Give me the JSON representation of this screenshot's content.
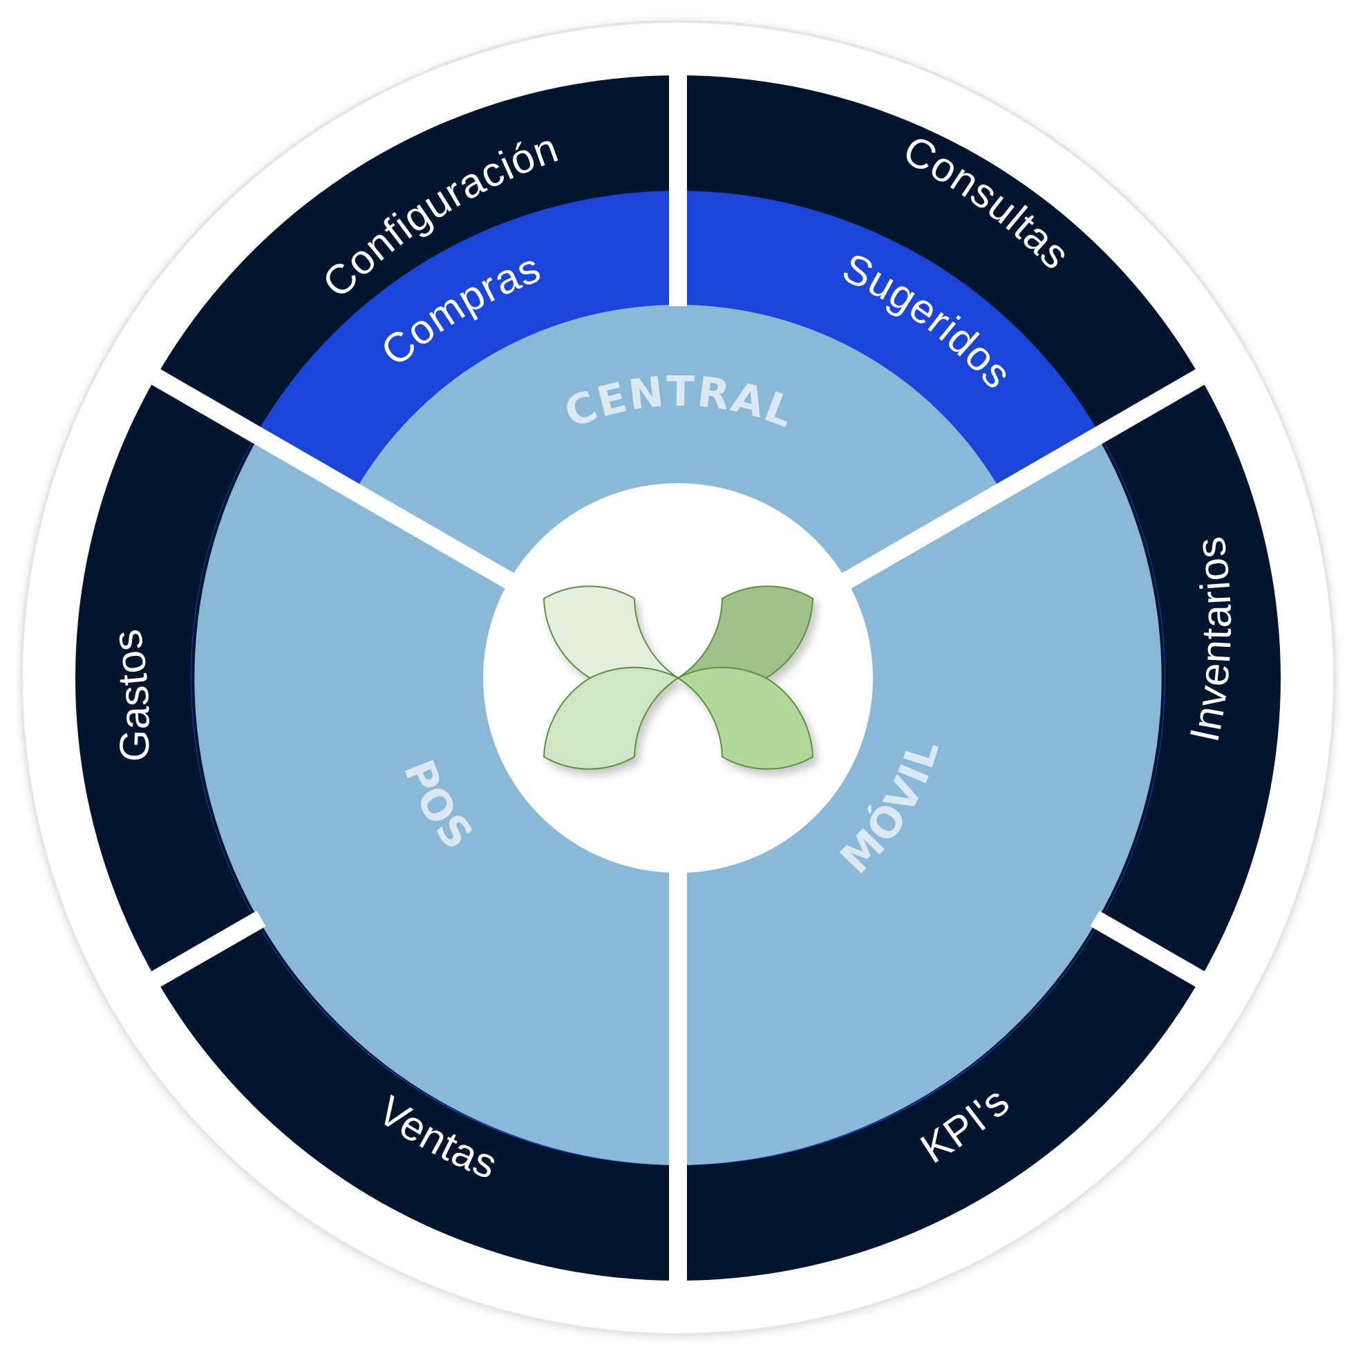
{
  "diagram": {
    "colors": {
      "outer_ring": "#02152f",
      "middle_ring": "#1a45d8",
      "inner_disc": "#8ab8d7",
      "center": "#ffffff",
      "separator": "#ffffff",
      "border": "#e6e6e6",
      "outer_text": "#ffffff",
      "inner_text": "#dce8f2",
      "logo_outline": "#5e8f3f"
    },
    "outer_ring": {
      "top_left": "Configuración",
      "top_right": "Consultas",
      "right": "Inventarios",
      "bottom_right": "KPI's",
      "bottom_left": "Ventas",
      "left": "Gastos"
    },
    "middle_ring": {
      "left": "Compras",
      "right": "Sugeridos"
    },
    "inner_sections": {
      "top": "CENTRAL",
      "left": "POS",
      "right": "MÓVIL"
    },
    "logo": {
      "icon": "four-petal-x-logo",
      "petal_colors": [
        "#e3eedd",
        "#a0c28a",
        "#cfe5c3",
        "#b3d89c"
      ]
    }
  }
}
